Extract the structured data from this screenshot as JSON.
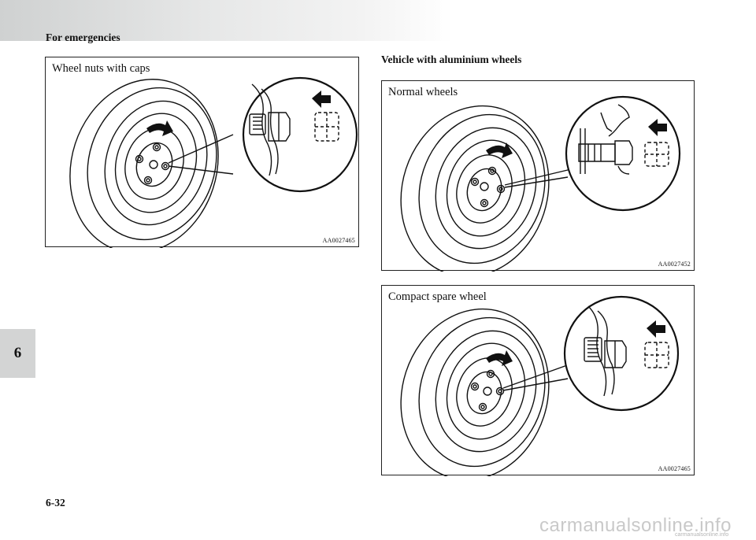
{
  "header": {
    "section": "For emergencies"
  },
  "side_tab": {
    "chapter": "6"
  },
  "footer": {
    "page_number": "6-32"
  },
  "right_column": {
    "heading": "Vehicle with aluminium wheels"
  },
  "figures": [
    {
      "caption": "Wheel nuts with caps",
      "code": "AA0027465"
    },
    {
      "caption": "Normal wheels",
      "code": "AA0027452"
    },
    {
      "caption": "Compact spare wheel",
      "code": "AA0027465"
    }
  ],
  "watermark": {
    "text": "carmanualsonline.info",
    "small": "carmanualsonline.info"
  },
  "icons": [
    "wheel-illustration",
    "rotation-arrow-icon",
    "left-arrow-icon",
    "wheel-nut-detail"
  ]
}
